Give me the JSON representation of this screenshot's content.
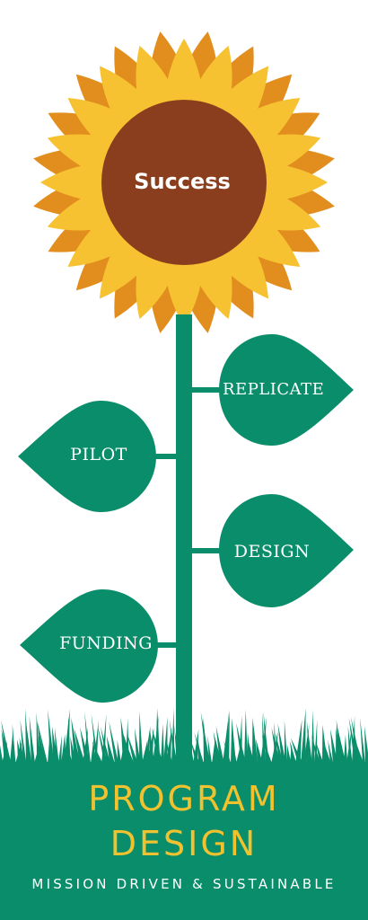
{
  "flower": {
    "center_text": "Success",
    "colors": {
      "petal_outer": "#e28e1e",
      "petal_inner": "#f6c232",
      "center": "#8b3e1e"
    }
  },
  "leaves": {
    "replicate": "REPLICATE",
    "pilot": "PILOT",
    "design": "DESIGN",
    "funding": "FUNDING"
  },
  "footer": {
    "title_line1": "PROGRAM",
    "title_line2": "DESIGN",
    "tagline": "MISSION DRIVEN & SUSTAINABLE"
  },
  "colors": {
    "green": "#0a8d6a",
    "title_yellow": "#f0c230"
  }
}
